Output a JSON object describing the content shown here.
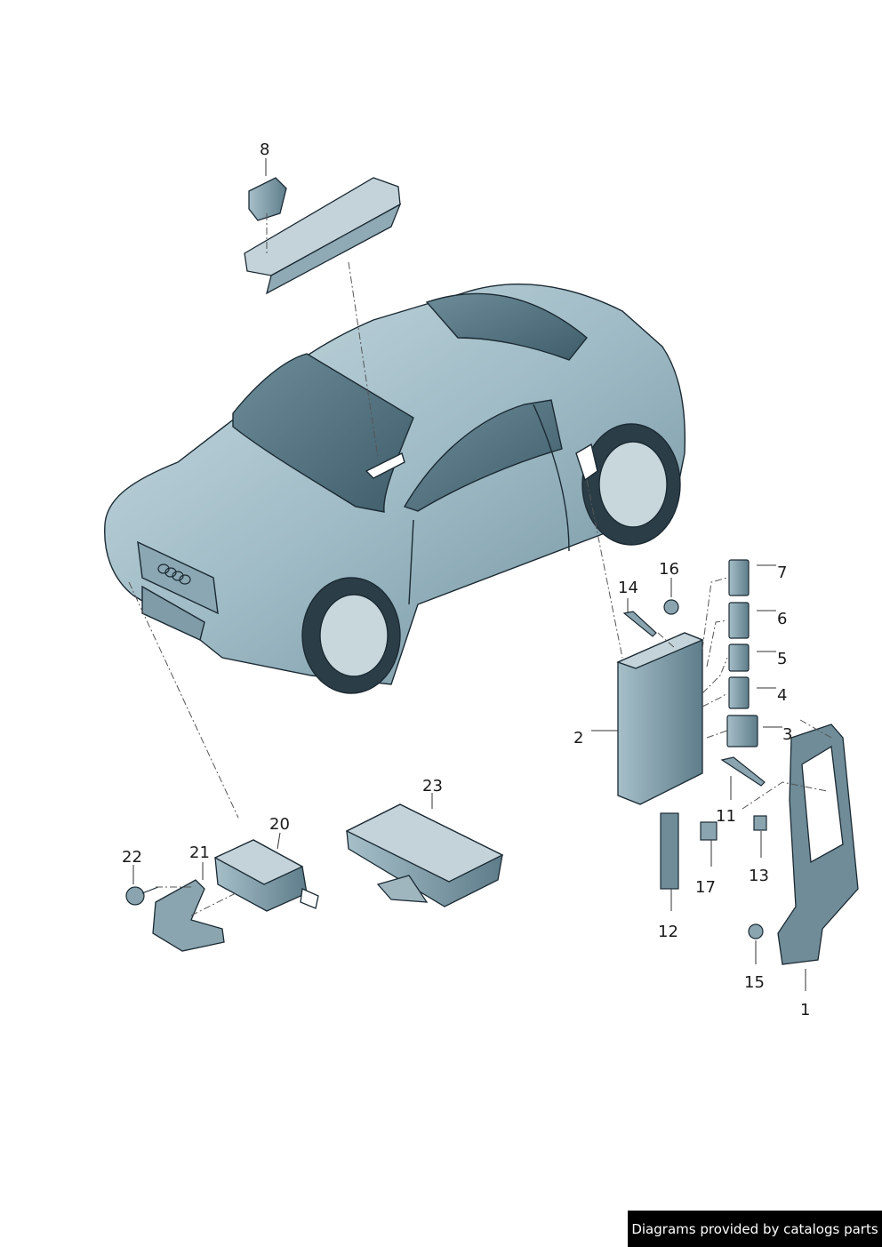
{
  "callouts": {
    "p1": "1",
    "p2": "2",
    "p3": "3",
    "p4": "4",
    "p5": "5",
    "p6": "6",
    "p7": "7",
    "p8": "8",
    "p11": "11",
    "p12": "12",
    "p13": "13",
    "p14": "14",
    "p15": "15",
    "p16": "16",
    "p17": "17",
    "p20": "20",
    "p21": "21",
    "p22": "22",
    "p23": "23"
  },
  "footer": {
    "text": "Diagrams provided by catalogs parts"
  },
  "colors": {
    "body": "#9cb9c4",
    "body_dark": "#6f8f9d",
    "glass": "#4f6e7c",
    "outline": "#1b2a33",
    "part": "#5e7d8a",
    "part_light": "#b7ccd4"
  }
}
